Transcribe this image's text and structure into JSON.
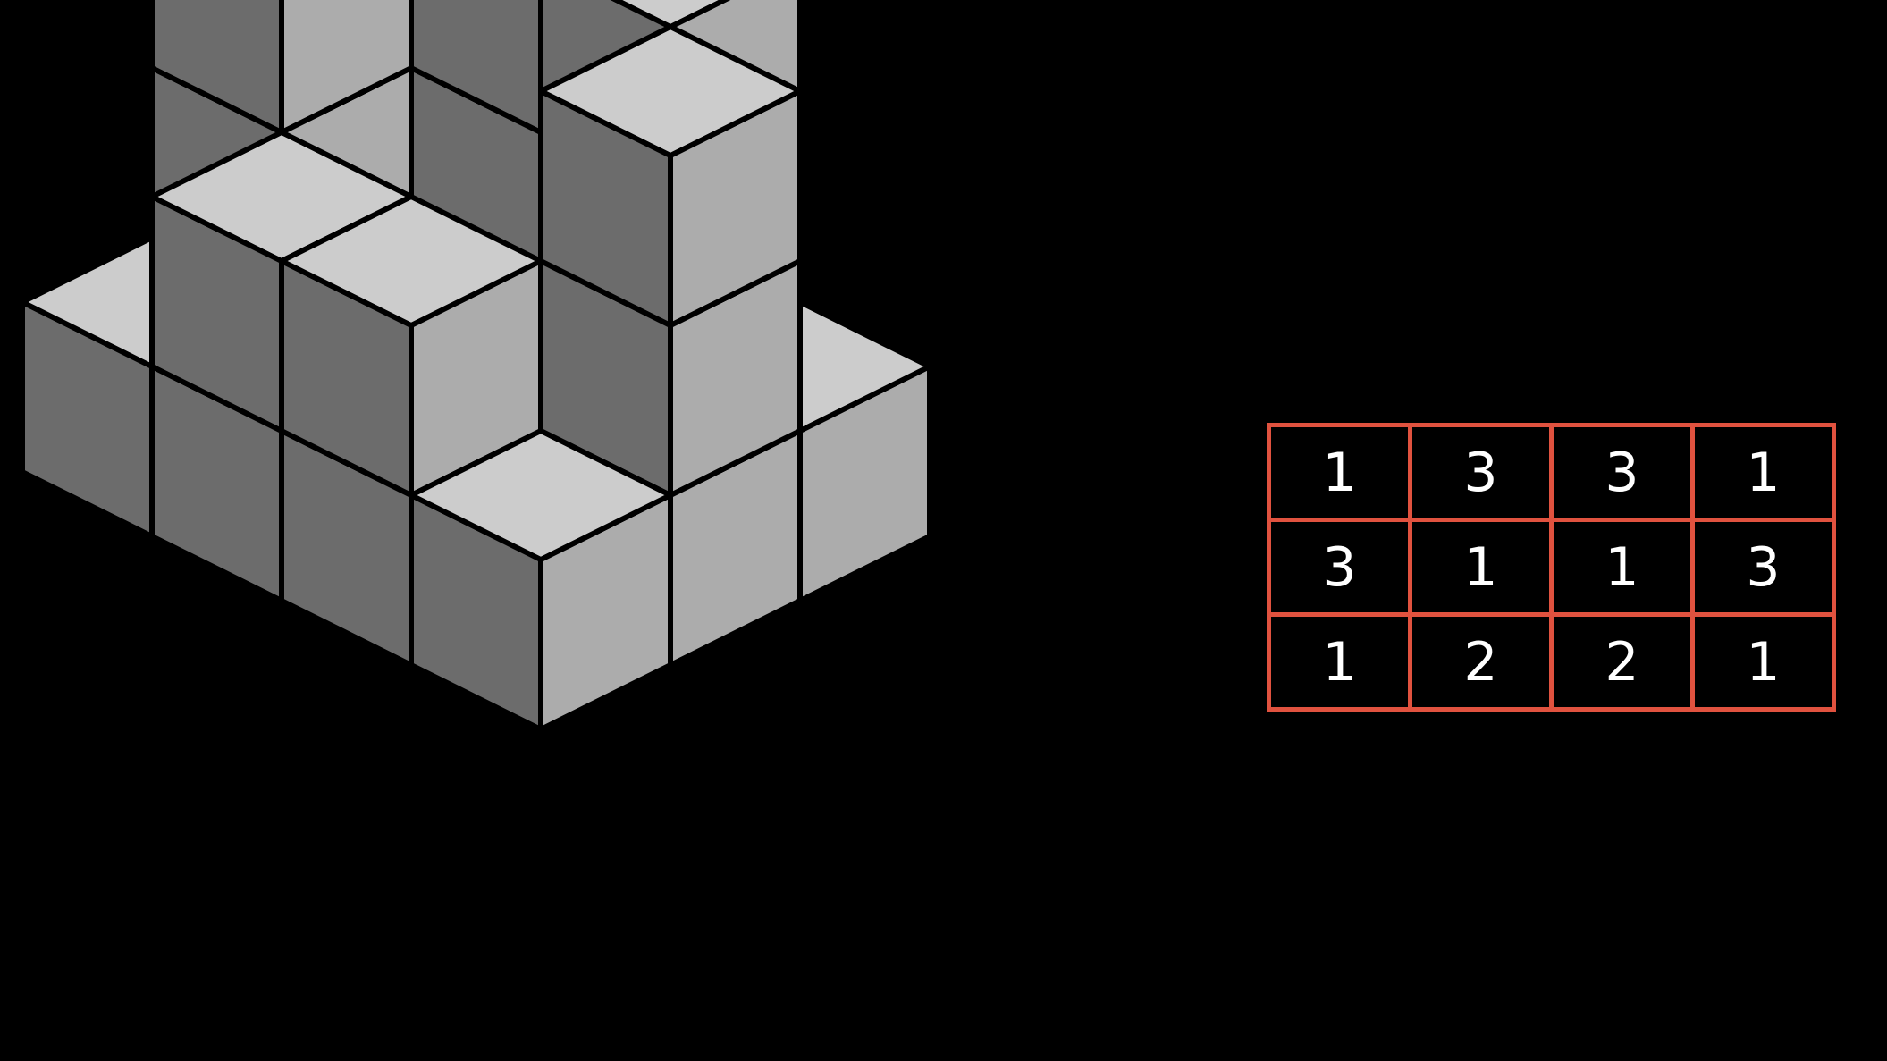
{
  "colors": {
    "background": "#000000",
    "cube_top": "#cccccc",
    "cube_left": "#6c6c6c",
    "cube_right": "#acacac",
    "cube_edge": "#e6e6e6",
    "grid_line": "#e0523f",
    "number_text": "#ffffff"
  },
  "cubes": {
    "description_icon": "cube-icon",
    "heights": [
      [
        1,
        3,
        3,
        1
      ],
      [
        3,
        1,
        1,
        3
      ],
      [
        1,
        2,
        2,
        1
      ]
    ]
  },
  "table": {
    "rows": [
      [
        "1",
        "3",
        "3",
        "1"
      ],
      [
        "3",
        "1",
        "1",
        "3"
      ],
      [
        "1",
        "2",
        "2",
        "1"
      ]
    ]
  }
}
